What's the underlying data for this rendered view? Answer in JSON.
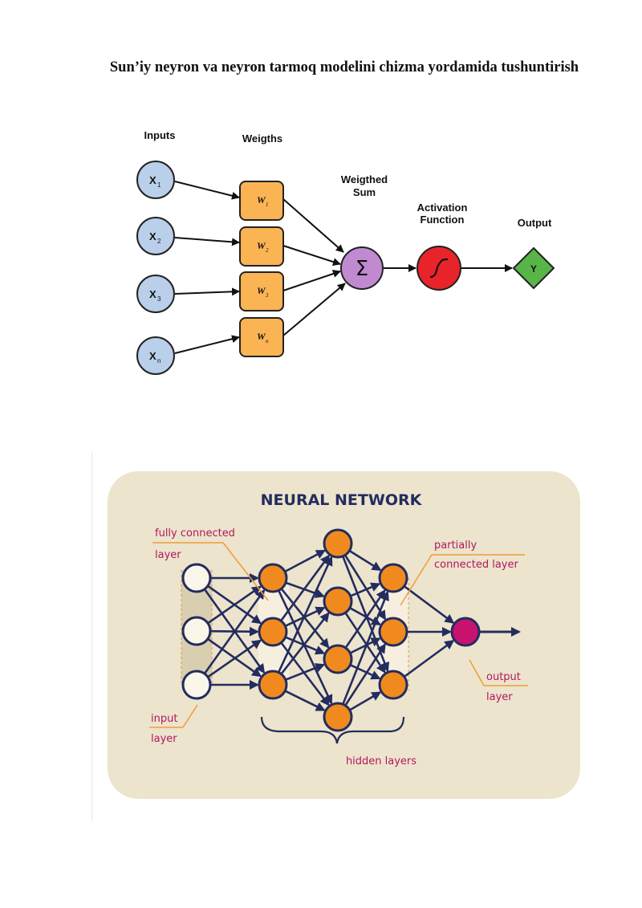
{
  "page": {
    "title": "Sun’iy neyron va neyron tarmoq modelini chizma yordamida tushuntirish"
  },
  "perceptron": {
    "labels": {
      "inputs": "Inputs",
      "weights": "Weigths",
      "weighted_sum_line1": "Weigthed",
      "weighted_sum_line2": "Sum",
      "activation_line1": "Activation",
      "activation_line2": "Function",
      "output": "Output"
    },
    "inputs": [
      {
        "main": "X",
        "sub": "1"
      },
      {
        "main": "X",
        "sub": "2"
      },
      {
        "main": "X",
        "sub": "3"
      },
      {
        "main": "X",
        "sub": "n"
      }
    ],
    "weights": [
      {
        "main": "W",
        "sub": "1"
      },
      {
        "main": "W",
        "sub": "2"
      },
      {
        "main": "W",
        "sub": "3"
      },
      {
        "main": "W",
        "sub": "n"
      }
    ],
    "sum_symbol": "Σ",
    "output_symbol": "Y",
    "colors": {
      "input": "#b9cfea",
      "weight": "#fbb454",
      "sum": "#c18ad0",
      "activation": "#e8242a",
      "output": "#58b548"
    }
  },
  "neural_network": {
    "title": "NEURAL NETWORK",
    "annotations": {
      "fully_connected_line1": "fully connected",
      "fully_connected_line2": "layer",
      "partially_line1": "partially",
      "partially_line2": "connected layer",
      "input_line1": "input",
      "input_line2": "layer",
      "output_line1": "output",
      "output_line2": "layer",
      "hidden": "hidden layers"
    },
    "colors": {
      "panel": "#ece4cc",
      "node_hidden": "#f18a1e",
      "node_output": "#c8136e",
      "node_input": "#faf6ea",
      "edge": "#232c5e",
      "annotation": "#b3175e",
      "pointer": "#f29b3a"
    }
  }
}
